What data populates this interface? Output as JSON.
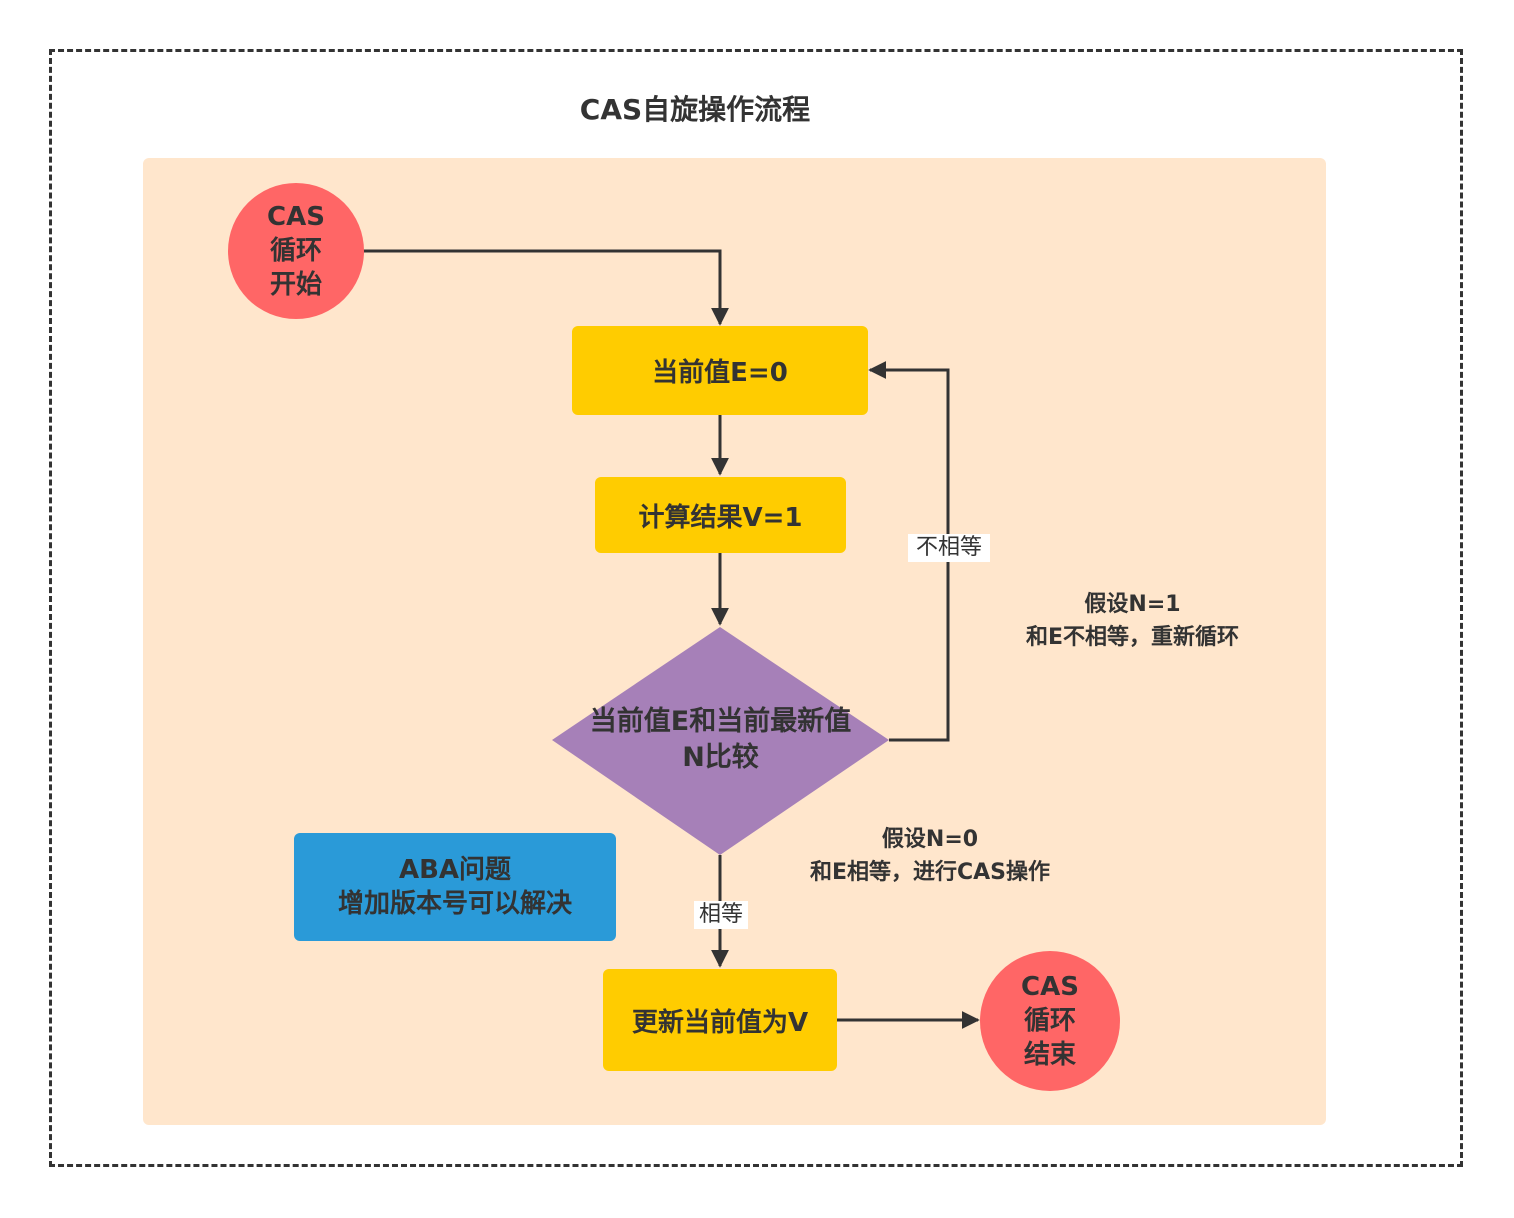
{
  "title": "CAS自旋操作流程",
  "nodes": {
    "start": "CAS\n循环\n开始",
    "current_value": "当前值E=0",
    "compute_result": "计算结果V=1",
    "compare": "当前值E和当前最新值\nN比较",
    "update_value": "更新当前值为V",
    "end": "CAS\n循环\n结束",
    "aba_note": "ABA问题\n增加版本号可以解决"
  },
  "edges": {
    "not_equal_label": "不相等",
    "equal_label": "相等"
  },
  "annotations": {
    "not_equal_case": "假设N=1\n和E不相等，重新循环",
    "equal_case": "假设N=0\n和E相等，进行CAS操作"
  },
  "colors": {
    "frame": "#333333",
    "panel": "#ffe6cc",
    "process": "#ffcc00",
    "terminal": "#ff6666",
    "decision": "#a680b8",
    "note": "#2a9ad8",
    "edge": "#333333"
  }
}
